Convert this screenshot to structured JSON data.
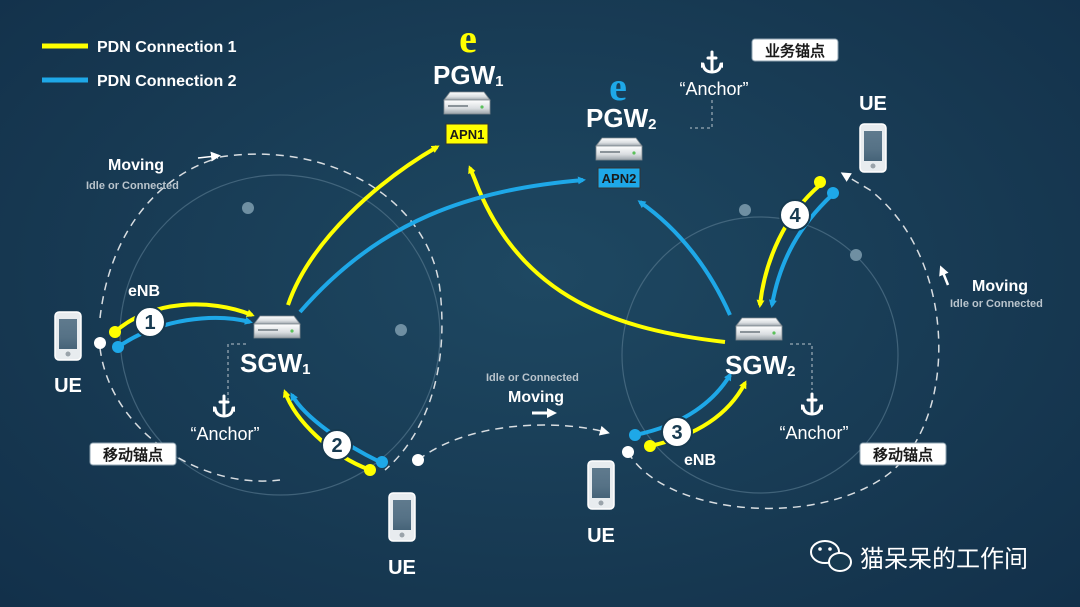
{
  "legend": [
    {
      "label": "PDN Connection 1",
      "color": "#ffff00"
    },
    {
      "label": "PDN Connection 2",
      "color": "#1ea8e8"
    }
  ],
  "colors": {
    "yellow": "#ffff00",
    "blue": "#1ea8e8",
    "dash": "#d8dde1",
    "bg": "#173a50"
  },
  "pgw1": {
    "logo": "e",
    "name": "PGW",
    "sub": "1",
    "apn": "APN1"
  },
  "pgw2": {
    "logo": "e",
    "name": "PGW",
    "sub": "2",
    "apn": "APN2"
  },
  "sgw1": {
    "name": "SGW",
    "sub": "1"
  },
  "sgw2": {
    "name": "SGW",
    "sub": "2"
  },
  "anchor_text": "“Anchor”",
  "tags": {
    "service_anchor": "业务锚点",
    "mobile_anchor": "移动锚点"
  },
  "ue_label": "UE",
  "enb_label": "eNB",
  "moving_label": "Moving",
  "idle_label": "Idle or Connected",
  "steps": [
    "1",
    "2",
    "3",
    "4"
  ],
  "watermark": "猫呆呆的工作间",
  "icons": [
    "server-icon",
    "phone-icon",
    "anchor-icon",
    "wechat-icon",
    "arrow-icon"
  ]
}
